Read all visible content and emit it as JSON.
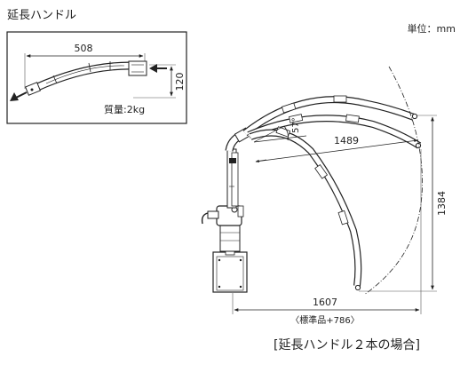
{
  "header": {
    "title": "延長ハンドル",
    "unit_label": "単位：mm"
  },
  "inset": {
    "length": "508",
    "height": "120",
    "mass": "質量:2kg"
  },
  "main": {
    "angle": "57°",
    "radius": "1489",
    "height": "1384",
    "width": "1607",
    "width_note": "〈標準品+786〉"
  },
  "caption": "[延長ハンドル２本の場合]"
}
